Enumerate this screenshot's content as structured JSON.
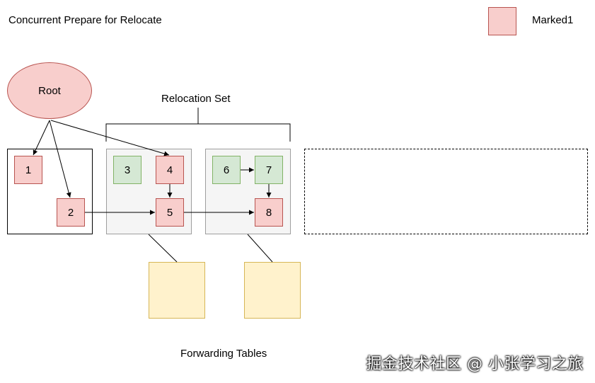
{
  "title": "Concurrent Prepare for Relocate",
  "legend": {
    "label": "Marked1",
    "color": "#f8cecc"
  },
  "root": {
    "label": "Root"
  },
  "relocation_set_label": "Relocation Set",
  "forwarding_tables_label": "Forwarding Tables",
  "nodes": {
    "n1": "1",
    "n2": "2",
    "n3": "3",
    "n4": "4",
    "n5": "5",
    "n6": "6",
    "n7": "7",
    "n8": "8"
  },
  "watermark": "掘金技术社区 @ 小张学习之旅"
}
